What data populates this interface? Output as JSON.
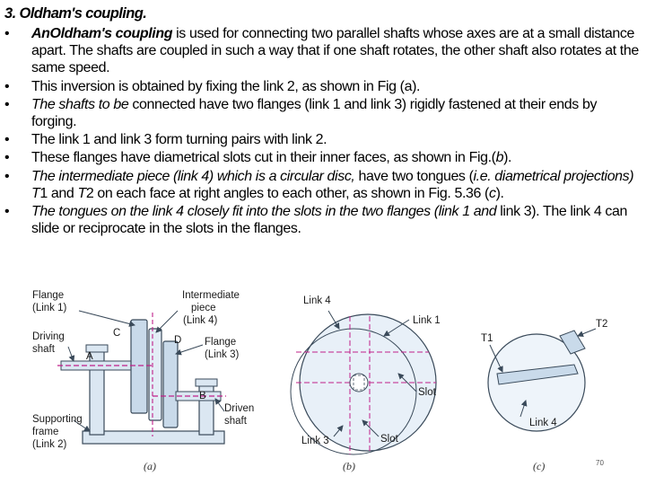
{
  "title": "3. Oldham's coupling.",
  "bullets": [
    {
      "b_lead": "An",
      "b_term": "Oldham's coupling",
      "b_rest": " is used for connecting two parallel shafts whose axes are at a small distance apart. The shafts are coupled in such a way that if one shaft rotates, the other shaft also rotates at the same speed."
    },
    {
      "text": " This inversion is obtained by fixing the link 2, as shown in Fig (a)."
    },
    {
      "italic": "The shafts to be",
      "rest": " connected have two flanges (link 1 and link 3) rigidly fastened at their ends by forging."
    },
    {
      "text": "The link 1 and link 3 form turning pairs with link 2."
    },
    {
      "before": "These flanges have diametrical slots cut in their inner faces, as shown in Fig.(",
      "fig": "b",
      "after": ")."
    },
    {
      "i1": "The intermediate piece (link 4) which is a circular disc,",
      "t1": " have two tongues (",
      "i2": "i.e. diametrical projections) T",
      "t2": "1 and ",
      "i3": "T",
      "t3": "2 on each face at right angles to each other, as shown in Fig. 5.36 (",
      "i4": "c",
      "t4": ")."
    },
    {
      "italic": "The tongues on the link 4 closely fit into the slots in the two flanges (link 1 and",
      "rest": " link 3). The link 4 can slide or reciprocate in the slots in the flanges."
    }
  ],
  "figure": {
    "a": {
      "flange1": [
        "Flange",
        "(Link 1)"
      ],
      "intermediate": [
        "Intermediate",
        "piece",
        "(Link 4)"
      ],
      "driving": [
        "Driving",
        "shaft"
      ],
      "flange3": [
        "Flange",
        "(Link 3)"
      ],
      "c": "C",
      "d": "D",
      "a_pt": "A",
      "b_pt": "B",
      "driven": [
        "Driven",
        "shaft"
      ],
      "frame": [
        "Supporting",
        "frame",
        "(Link 2)"
      ],
      "caption": "(a)"
    },
    "b": {
      "link4": "Link 4",
      "link1": "Link 1",
      "slot1": "Slot",
      "slot2": "Slot",
      "link3": "Link 3",
      "caption": "(b)"
    },
    "c": {
      "t1": "T1",
      "t2": "T2",
      "link4": "Link 4",
      "caption": "(c)"
    }
  },
  "page_number": "70",
  "colors": {
    "accent_axis": "#c0208a",
    "figure_fill": "#dbe7f2",
    "figure_line": "#3a4a5a"
  }
}
